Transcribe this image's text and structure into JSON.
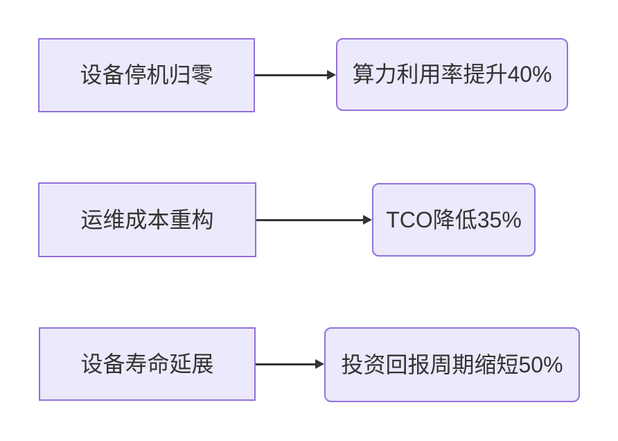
{
  "diagram": {
    "type": "flowchart-lr",
    "rows": [
      {
        "source": "设备停机归零",
        "target": "算力利用率提升40%"
      },
      {
        "source": "运维成本重构",
        "target": "TCO降低35%"
      },
      {
        "source": "设备寿命延展",
        "target": "投资回报周期缩短50%"
      }
    ]
  },
  "colors": {
    "node_fill": "#EBE9FB",
    "node_border": "#9370DB",
    "arrow": "#333333",
    "text": "#333333",
    "background": "#FFFFFF"
  }
}
